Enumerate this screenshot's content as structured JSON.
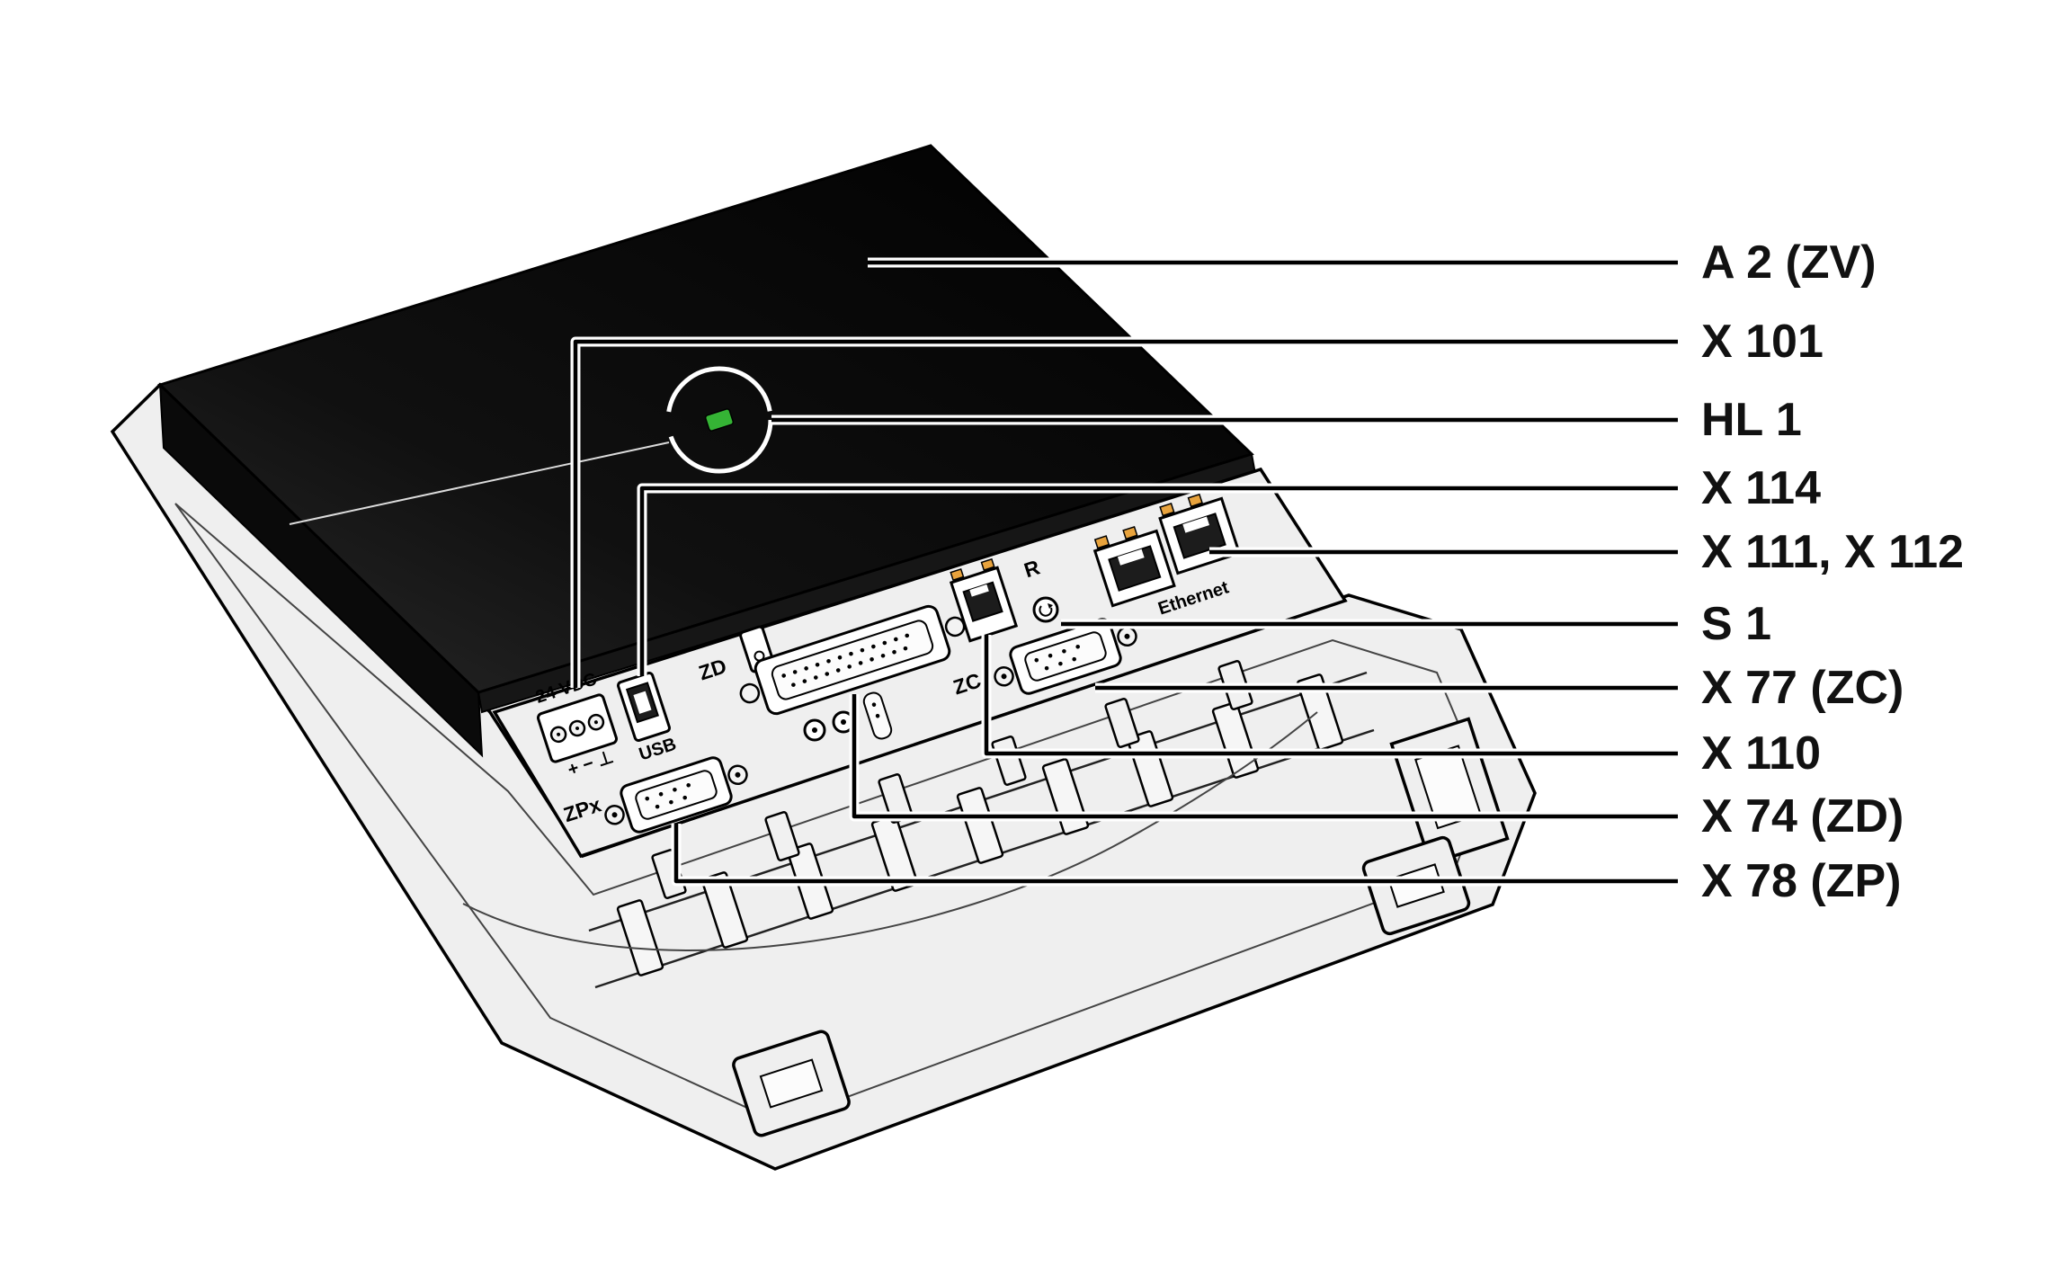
{
  "diagram": {
    "colors": {
      "led_green": "#35b435",
      "amber": "#e8a33d",
      "cover_black": "#0d0d0d",
      "tray_gray": "#efefef",
      "line_black": "#000000"
    },
    "panel_labels": {
      "power": "24 VDC",
      "power_polarity": "+ − ⊥",
      "usb": "USB",
      "zd": "ZD",
      "zpx": "ZPx",
      "zc": "ZC",
      "reset": "R",
      "ethernet": "Ethernet"
    },
    "callouts": [
      {
        "label": "A 2 (ZV)"
      },
      {
        "label": "X 101"
      },
      {
        "label": "HL 1"
      },
      {
        "label": "X 114"
      },
      {
        "label": "X 111, X 112"
      },
      {
        "label": "S 1"
      },
      {
        "label": "X 77 (ZC)"
      },
      {
        "label": "X 110"
      },
      {
        "label": "X 74 (ZD)"
      },
      {
        "label": "X 78 (ZP)"
      }
    ]
  }
}
